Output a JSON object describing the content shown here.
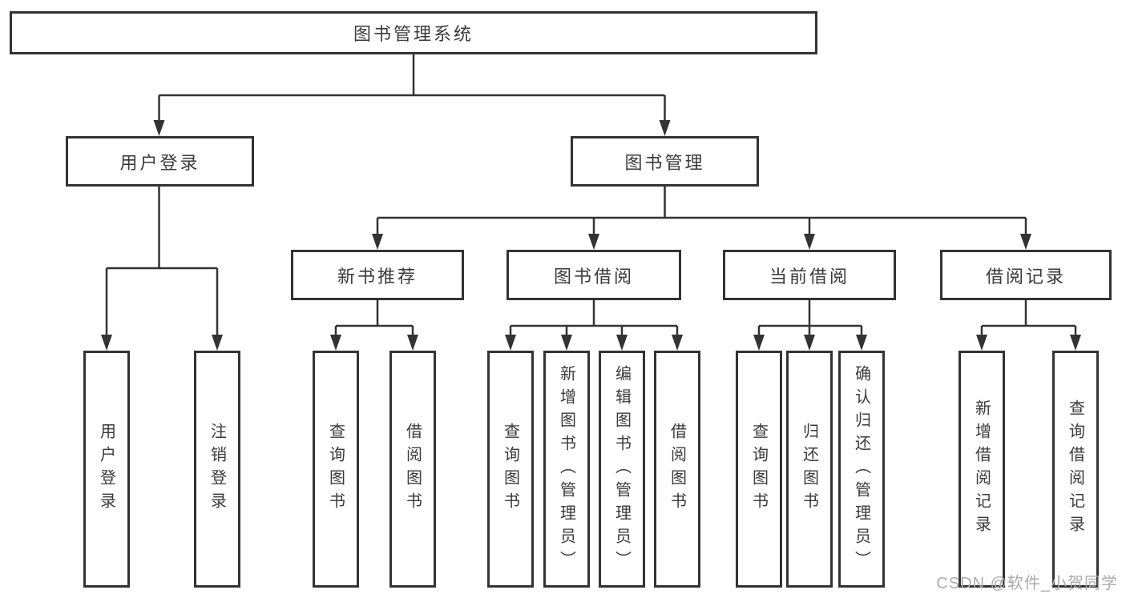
{
  "tree": {
    "label": "图书管理系统",
    "children": [
      {
        "label": "用户登录",
        "children": [
          {
            "label": "用户登录"
          },
          {
            "label": "注销登录"
          }
        ]
      },
      {
        "label": "图书管理",
        "children": [
          {
            "label": "新书推荐",
            "children": [
              {
                "label": "查询图书"
              },
              {
                "label": "借阅图书"
              }
            ]
          },
          {
            "label": "图书借阅",
            "children": [
              {
                "label": "查询图书"
              },
              {
                "label": "新增图书（管理员）"
              },
              {
                "label": "编辑图书（管理员）"
              },
              {
                "label": "借阅图书"
              }
            ]
          },
          {
            "label": "当前借阅",
            "children": [
              {
                "label": "查询图书"
              },
              {
                "label": "归还图书"
              },
              {
                "label": "确认归还（管理员）"
              }
            ]
          },
          {
            "label": "借阅记录",
            "children": [
              {
                "label": "新增借阅记录"
              },
              {
                "label": "查询借阅记录"
              }
            ]
          }
        ]
      }
    ]
  },
  "watermark": "CSDN @软件_小贺同学",
  "colors": {
    "line": "#333333",
    "box_border": "#333333",
    "text": "#3a3a3a",
    "watermark": "#ababab",
    "background": "#ffffff"
  }
}
